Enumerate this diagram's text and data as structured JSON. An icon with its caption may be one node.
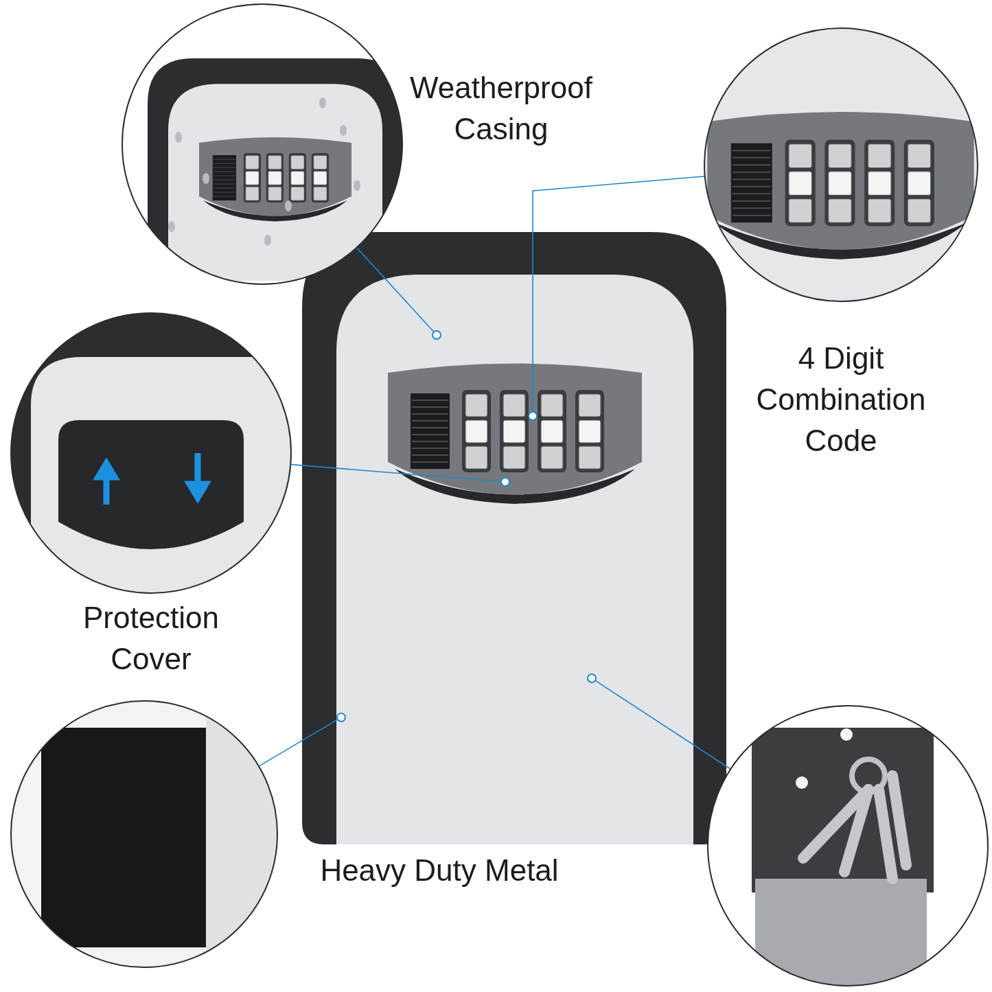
{
  "diagram": {
    "nodes": [
      {
        "text": [],
        "shape": "picture"
      },
      {
        "text": [],
        "shape": "picture",
        "beside": [
          "Weatherproof Casing"
        ]
      },
      {
        "text": [],
        "shape": "picture",
        "beside": [
          "4 Digit Combination Code"
        ]
      },
      {
        "text": [],
        "shape": "picture",
        "beside": [
          "Protection Cover"
        ]
      },
      {
        "text": [],
        "shape": "picture"
      },
      {
        "text": [],
        "shape": "picture"
      },
      {
        "text": [],
        "shape": "circle",
        "in": 0
      },
      {
        "text": [],
        "shape": "circle",
        "in": 0
      },
      {
        "text": [],
        "shape": "circle",
        "in": 0
      },
      {
        "text": [],
        "shape": "circle",
        "in": 0
      },
      {
        "text": [],
        "shape": "circle",
        "in": 0
      }
    ],
    "edges": [
      {
        "from": 1,
        "to": 6,
        "arrow": "none"
      },
      {
        "from": 2,
        "to": 7,
        "arrow": "none"
      },
      {
        "from": 3,
        "to": 8,
        "arrow": "none"
      },
      {
        "from": 4,
        "to": 9,
        "arrow": "none"
      },
      {
        "from": 5,
        "to": 10,
        "arrow": "none"
      }
    ],
    "labels": [
      "Heavy Duty Metal"
    ]
  }
}
